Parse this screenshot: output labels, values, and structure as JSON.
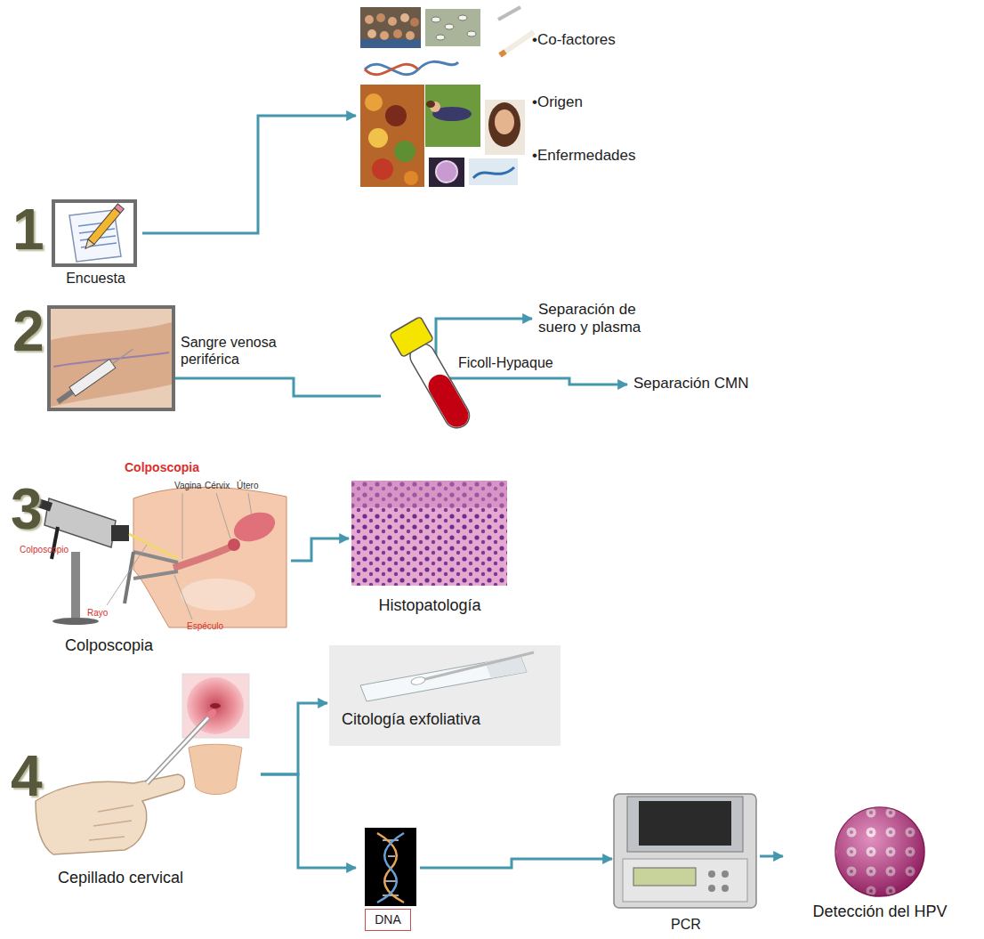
{
  "diagram": {
    "nodes": [
      {
        "text": [
          "Encuesta"
        ]
      },
      {
        "text": [
          "•Co-factores",
          "•Origen",
          "•Enfermedades"
        ]
      },
      {
        "text": [
          "Colposcopia"
        ]
      },
      {
        "text": [
          "Histopatología"
        ]
      },
      {
        "text": [
          "Cepillado cervical"
        ]
      },
      {
        "text": [
          "Citología exfoliativa"
        ]
      },
      {
        "text": [
          "DNA"
        ]
      },
      {
        "text": [
          "PCR"
        ]
      },
      {
        "text": [
          "Detección del HPV"
        ]
      }
    ],
    "edges": [
      {
        "from": 0,
        "to": 1,
        "arrow": "to"
      },
      {
        "from": 2,
        "to": 3,
        "arrow": "to"
      },
      {
        "from": 4,
        "to": 5,
        "arrow": "to"
      },
      {
        "from": 4,
        "to": 6,
        "arrow": "to"
      },
      {
        "from": 6,
        "to": 7,
        "arrow": "to"
      },
      {
        "from": 7,
        "to": 8,
        "arrow": "to"
      }
    ],
    "labels": [
      "1",
      "2",
      "3",
      "4",
      "Sangre venosa periférica",
      "Ficoll-Hypaque",
      "Separación de suero y plasma",
      "Separación CMN",
      "Colposcopia",
      "Vagina",
      "Cérvix",
      "Útero",
      "Colposcopio",
      "Rayo",
      "Espéculo"
    ]
  }
}
